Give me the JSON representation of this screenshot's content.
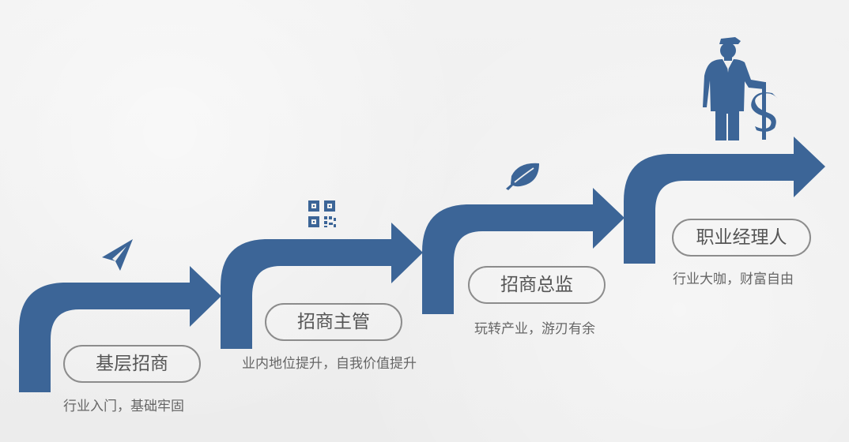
{
  "colors": {
    "arrow": "#3c6597",
    "label_border": "#8c8c8c",
    "label_text": "#555555",
    "desc_text": "#666666"
  },
  "steps": [
    {
      "title": "基层招商",
      "description": "行业入门，基础牢固",
      "icon": "paper-plane-icon"
    },
    {
      "title": "招商主管",
      "description": "业内地位提升，自我价值提升",
      "icon": "qr-code-icon"
    },
    {
      "title": "招商总监",
      "description": "玩转产业，游刃有余",
      "icon": "leaf-icon"
    },
    {
      "title": "职业经理人",
      "description": "行业大咖，财富自由",
      "icon": "businessman-dollar-icon"
    }
  ]
}
